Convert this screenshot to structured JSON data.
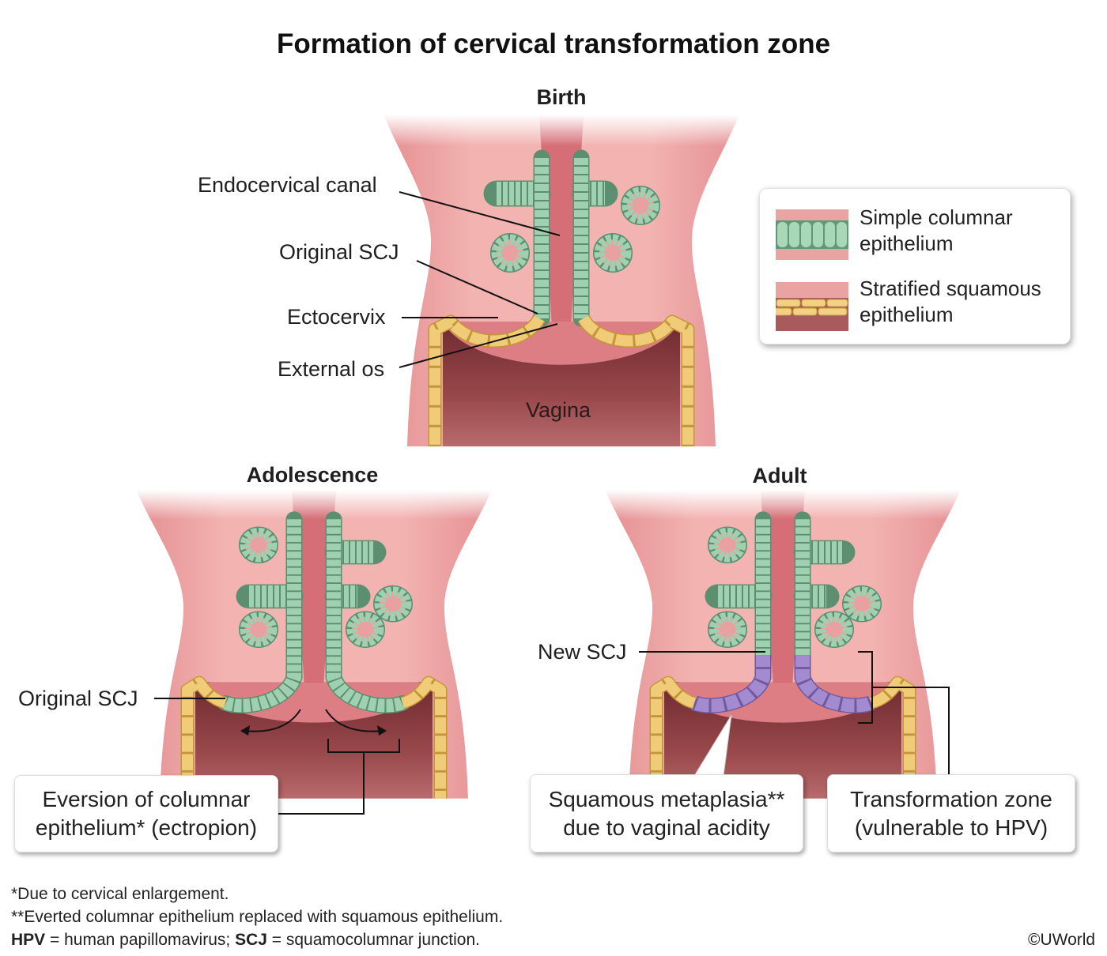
{
  "title": "Formation of cervical transformation zone",
  "panels": {
    "birth": {
      "heading": "Birth",
      "labels": {
        "endocervical_canal": "Endocervical canal",
        "original_scj": "Original SCJ",
        "ectocervix": "Ectocervix",
        "external_os": "External os",
        "vagina": "Vagina"
      }
    },
    "adolescence": {
      "heading": "Adolescence",
      "original_scj": "Original SCJ",
      "callout": [
        "Eversion of columnar",
        "epithelium* (ectropion)"
      ]
    },
    "adult": {
      "heading": "Adult",
      "new_scj": "New SCJ",
      "callout_metaplasia": [
        "Squamous metaplasia**",
        "due to vaginal acidity"
      ],
      "callout_tz": [
        "Transformation zone",
        "(vulnerable to HPV)"
      ]
    }
  },
  "legend": {
    "items": [
      {
        "line1": "Simple columnar",
        "line2": "epithelium"
      },
      {
        "line1": "Stratified squamous",
        "line2": "epithelium"
      }
    ]
  },
  "footnotes": {
    "line1": "*Due to cervical enlargement.",
    "line2": "**Everted columnar epithelium replaced with squamous epithelium.",
    "line3": {
      "abbr1": "HPV",
      "def1": " = human papillomavirus; ",
      "abbr2": "SCJ",
      "def2": " = squamocolumnar junction."
    }
  },
  "copyright": "©UWorld",
  "colors": {
    "tissue": "#eaa0a0",
    "cavity": "#8c3c40",
    "columnar": "#9fd0b0",
    "squamous": "#f0cc78",
    "metaplasia": "#a48ad0"
  }
}
